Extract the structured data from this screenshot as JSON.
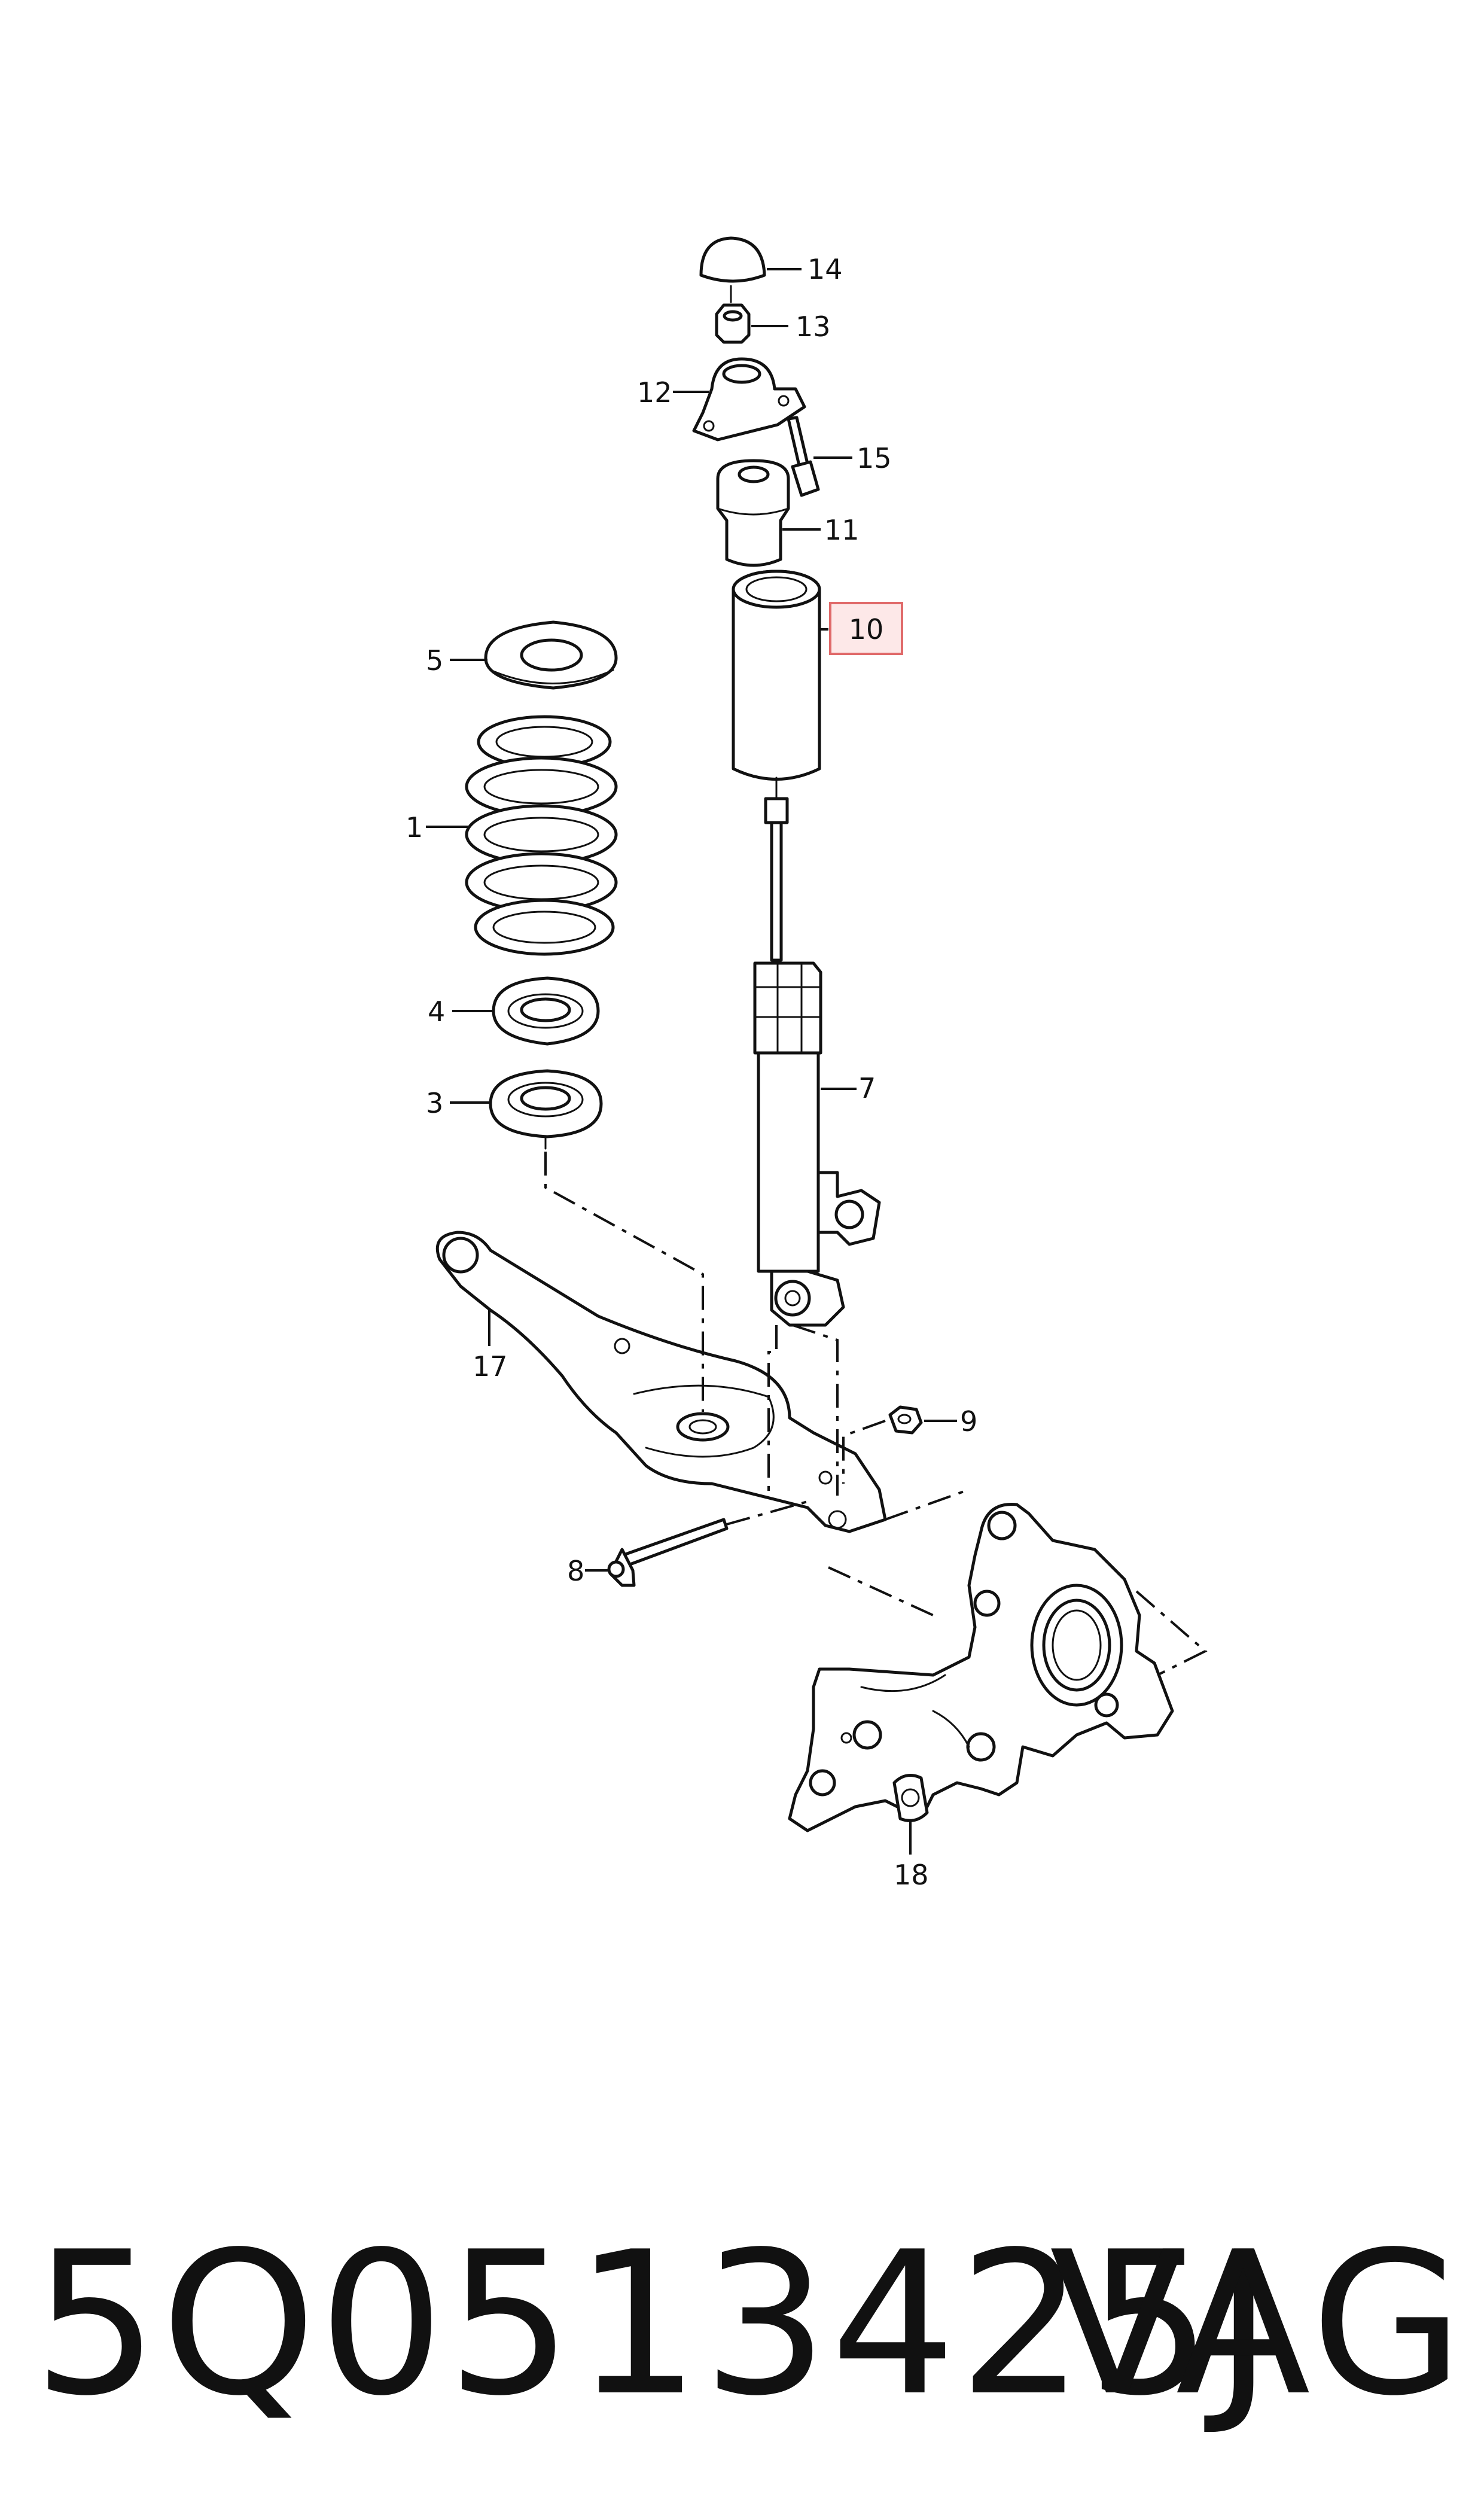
{
  "callouts": {
    "c1": "1",
    "c3": "3",
    "c4": "4",
    "c5": "5",
    "c7": "7",
    "c8": "8",
    "c9": "9",
    "c10": "10",
    "c11": "11",
    "c12": "12",
    "c13": "13",
    "c14": "14",
    "c15": "15",
    "c17": "17",
    "c18": "18"
  },
  "highlighted_callout": "10",
  "footer": {
    "part_number": "5Q0513425J",
    "brand": "VAG"
  },
  "colors": {
    "line": "#111111",
    "highlight_fill": "#fde8e8",
    "highlight_border": "#e06a6a"
  }
}
